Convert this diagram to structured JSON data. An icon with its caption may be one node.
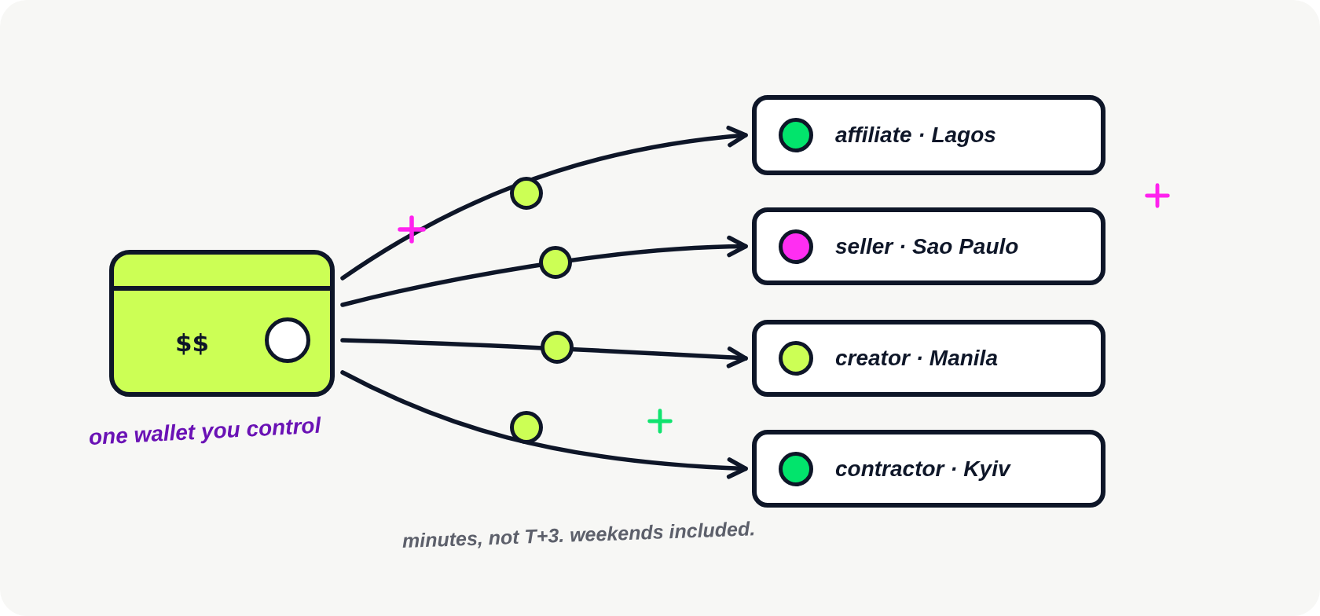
{
  "diagram": {
    "caption": "minutes, not T+3. weekends included.",
    "nodes": [
      {
        "text": [
          "$$"
        ],
        "beside": [
          "one wallet you control"
        ]
      },
      {
        "text": [
          "affiliate · Lagos"
        ]
      },
      {
        "text": [
          "seller · Sao Paulo"
        ]
      },
      {
        "text": [
          "creator · Manila"
        ]
      },
      {
        "text": [
          "contractor · Kyiv"
        ]
      }
    ],
    "edges": [
      {
        "from": 0,
        "to": 1,
        "arrow": "to"
      },
      {
        "from": 0,
        "to": 2,
        "arrow": "to"
      },
      {
        "from": 0,
        "to": 3,
        "arrow": "to"
      },
      {
        "from": 0,
        "to": 4,
        "arrow": "to"
      }
    ]
  }
}
